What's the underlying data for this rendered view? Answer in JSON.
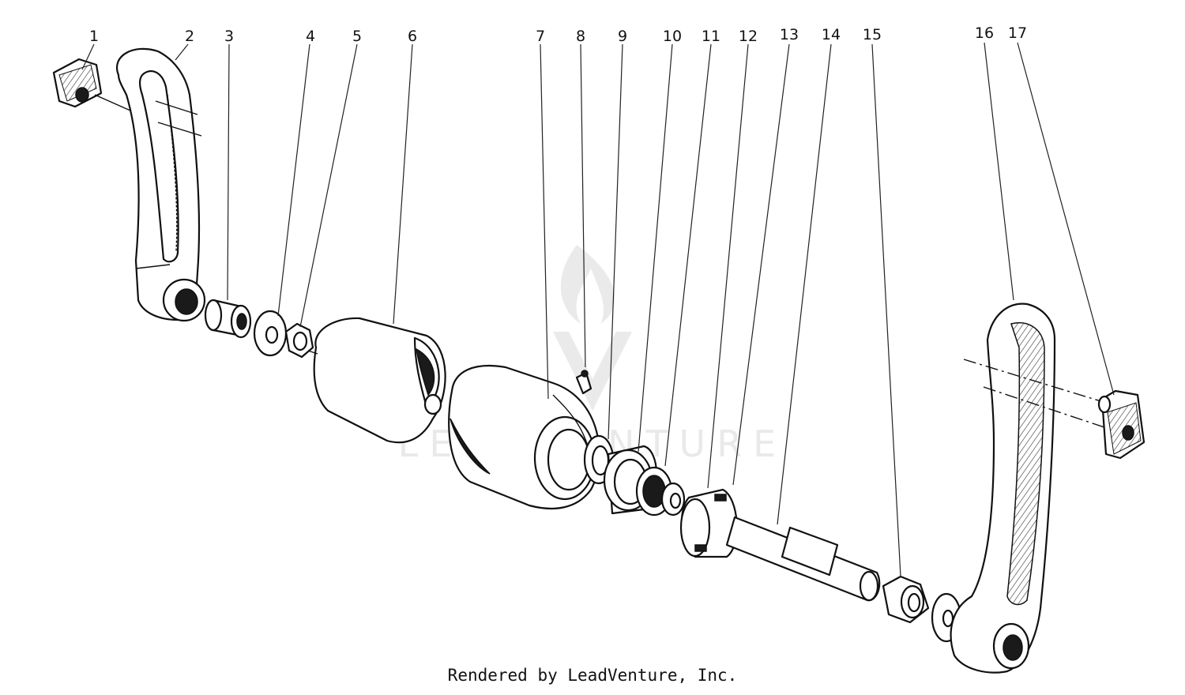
{
  "callouts": [
    "1",
    "2",
    "3",
    "4",
    "5",
    "6",
    "7",
    "8",
    "9",
    "10",
    "11",
    "12",
    "13",
    "14",
    "15",
    "16",
    "17"
  ],
  "credit": "Rendered by LeadVenture, Inc.",
  "watermark": "LEADVENTURE",
  "colors": {
    "ink": "#111111",
    "watermark": "#d9d9d9",
    "background": "#ffffff"
  }
}
